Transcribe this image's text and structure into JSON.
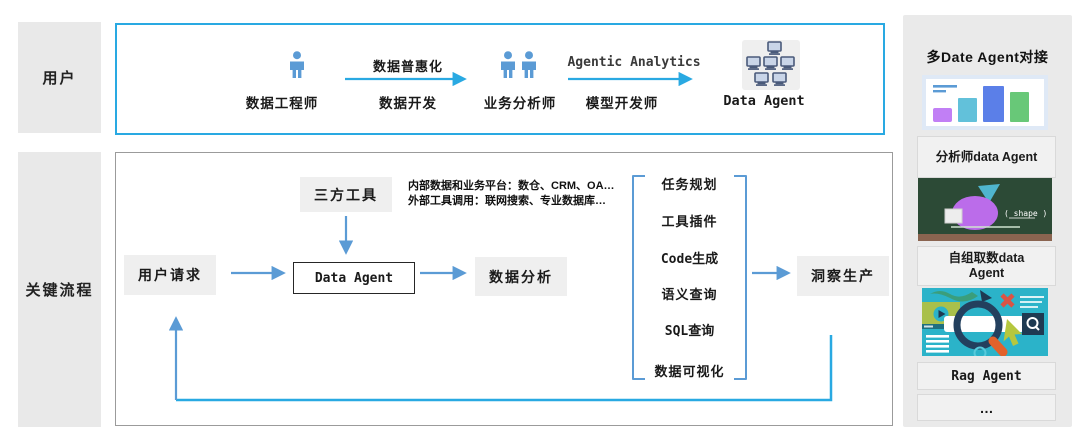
{
  "sections": {
    "users_label": "用户",
    "process_label": "关键流程"
  },
  "top_flow": {
    "engineer_label": "数据工程师",
    "arrow1_text": "数据普惠化",
    "dev_label": "数据开发",
    "analyst_label": "业务分析师",
    "arrow2_text": "Agentic Analytics",
    "model_dev_label": "模型开发师",
    "data_agent_label": "Data Agent"
  },
  "process_flow": {
    "third_party": "三方工具",
    "note_line1": "内部数据和业务平台：数仓、CRM、OA…",
    "note_line2": "外部工具调用：联网搜索、专业数据库…",
    "user_request": "用户请求",
    "data_agent": "Data Agent",
    "data_analysis": "数据分析",
    "capabilities": [
      "任务规划",
      "工具插件",
      "Code生成",
      "语义查询",
      "SQL查询",
      "数据可视化"
    ],
    "insight": "洞察生产"
  },
  "right_panel": {
    "title": "多Date Agent对接",
    "analyst_agent": "分析师data Agent",
    "self_service_agent": "自组取数data Agent",
    "shape_text": "( shape )",
    "rag_agent": "Rag Agent",
    "more": "…"
  },
  "colors": {
    "accent_cyan": "#29A9E2",
    "steel_blue": "#5B9BD5",
    "box_gray": "#EFEFEF",
    "panel_gray": "#EAEAEA",
    "bar_purple": "#C17FF5",
    "bar_teal": "#62C1DA",
    "bar_blue": "#5B7FE8",
    "bar_green": "#68C878",
    "board_green": "#2C4A36",
    "search_teal": "#2BB3C9"
  }
}
